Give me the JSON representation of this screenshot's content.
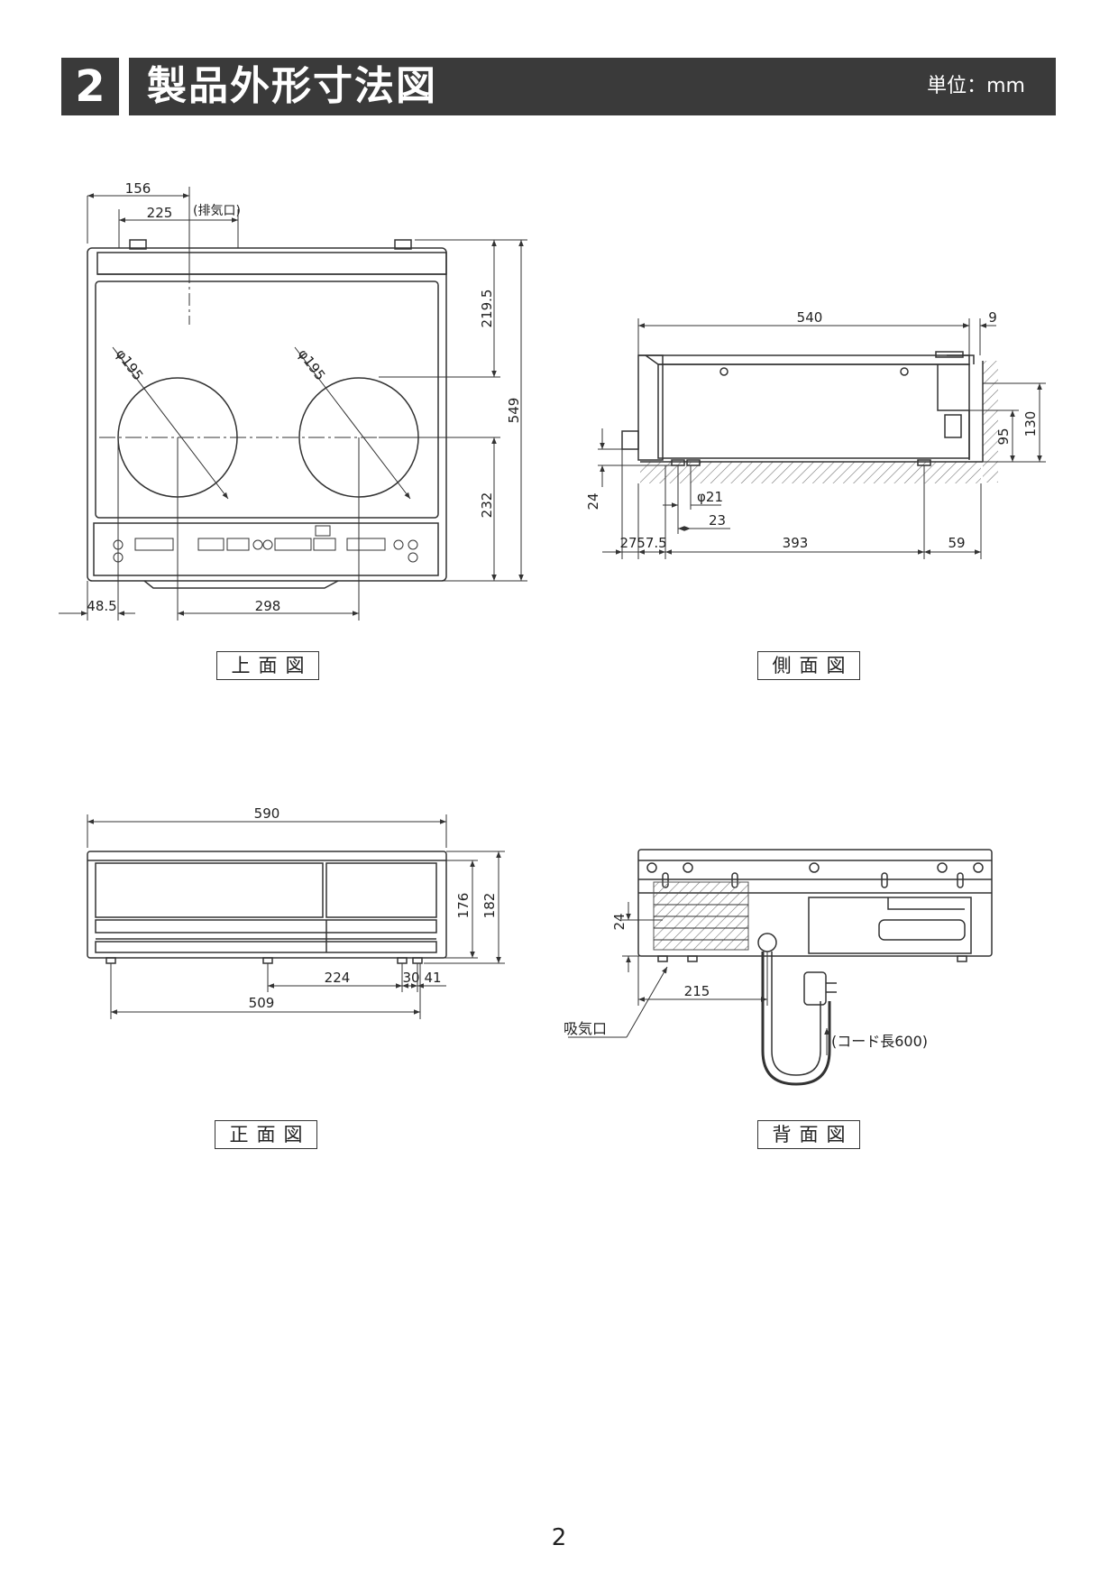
{
  "header": {
    "section_number": "2",
    "title": "製品外形寸法図",
    "unit": "単位：mm"
  },
  "captions": {
    "top_view": "上面図",
    "side_view": "側面図",
    "front_view": "正面図",
    "back_view": "背面図"
  },
  "top_view": {
    "dim_156": "156",
    "dim_225": "225",
    "exhaust_label": "(排気口)",
    "dim_219_5": "219.5",
    "dim_549": "549",
    "dim_232": "232",
    "dim_48_5": "48.5",
    "dim_298": "298",
    "burner_left_dia": "φ195",
    "burner_right_dia": "φ195"
  },
  "side_view": {
    "dim_540": "540",
    "dim_9": "9",
    "dim_130": "130",
    "dim_95": "95",
    "dim_24": "24",
    "dim_phi21": "φ21",
    "dim_23": "23",
    "dim_27": "27",
    "dim_57_5": "57.5",
    "dim_393": "393",
    "dim_59": "59"
  },
  "front_view": {
    "dim_590": "590",
    "dim_176": "176",
    "dim_182": "182",
    "dim_224": "224",
    "dim_30": "30",
    "dim_41": "41",
    "dim_509": "509"
  },
  "back_view": {
    "dim_24": "24",
    "dim_215": "215",
    "intake_label": "吸気口",
    "cord_label": "(コード長600)"
  },
  "page_number": "2"
}
